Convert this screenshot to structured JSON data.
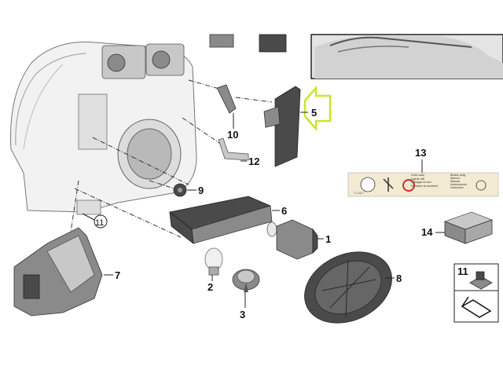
{
  "callouts": {
    "p1": "1",
    "p2": "2",
    "p3": "3",
    "p5": "5",
    "p6": "6",
    "p7": "7",
    "p8": "8",
    "p9": "9",
    "p10": "10",
    "p11_circled": "11",
    "p12": "12",
    "p13": "13",
    "p14": "14",
    "p11_box": "11"
  },
  "warning_label": {
    "col1": [
      "Licht aus!",
      "Lights off!",
      "¡Apagar la luz!",
      "Eteindre la lumière!"
    ],
    "col2": [
      "Beiden Anlg.",
      "Manuel",
      "Manual",
      "Instrucciones",
      "Instruction"
    ],
    "code": "71 100 7"
  },
  "colors": {
    "highlight_arrow": "#c6e82a",
    "warning_red": "#d22a2a",
    "label_bg": "#f3ead2"
  }
}
